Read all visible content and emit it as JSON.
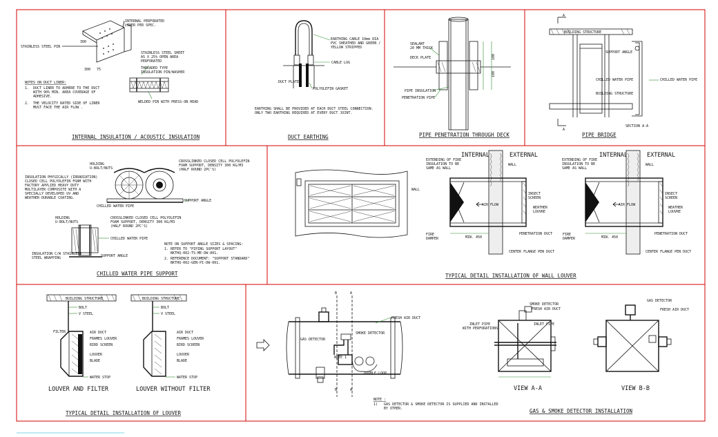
{
  "panels": {
    "p1": {
      "title": "INTERNAL INSULATION / ACOUSTIC INSULATION",
      "labels": {
        "liner": "INTERNAL PERFORATED",
        "liner2": "LINER PER SPEC.",
        "pin": "STAINLESS STEEL PIN",
        "sheet1": "STAINLESS STEEL SHEET",
        "sheet2": "AS X 25% OPEN AREA",
        "sheet3": "PERFORATED",
        "thread1": "THREADED TYPE",
        "thread2": "INSULATION PIN/WASHER",
        "weld": "WELDED PIN WITH PRESS-ON HEAD",
        "dim1": "300",
        "dim2": "75",
        "notes_head": "NOTES ON DUCT LINER:",
        "note1a": "1.  DUCT LINER TO ADHERE TO THE DUCT",
        "note1b": "    WITH 90% MIN. AREA COVERAGE OF",
        "note1c": "    ADHESIVE.",
        "note2a": "2.  THE VELOCITY RATED SIDE OF LINER",
        "note2b": "    MUST FACE THE AIR FLOW ."
      }
    },
    "p2": {
      "title": "DUCT EARTHING",
      "labels": {
        "cable1": "EARTHING CABLE 10mm DIA",
        "cable2": "PVC SHEATHED AND GREEN /",
        "cable3": "YELLOW STRIPPED",
        "lug": "CABLE LUG",
        "plate": "DUCT PLATE",
        "gasket": "POLYOLEFIN GASKET",
        "note1": "EARTHING SHALL BE PROVIDED AT EACH DUCT STEEL CONNECTION.",
        "note2": "ONLY TWO EARTHING REQUIRED AT EVERY DUCT JOINT."
      }
    },
    "p3": {
      "title": "PIPE PENETRATION THROUGH DECK",
      "labels": {
        "sealant1": "SEALANT",
        "sealant2": "20 MM THICK",
        "deck": "DECK PLATE",
        "insul": "PIPE INSULATION",
        "pen": "PENETRATION PIPE",
        "dim1": "100",
        "dim2": "100"
      }
    },
    "p4": {
      "title": "PIPE BRIDGE",
      "labels": {
        "marker": "A",
        "bs1": "BUILDING STRUCTURE",
        "angle": "SUPPORT ANGLE",
        "cw": "CHILLED WATER PIPE",
        "bs2": "BUILDING STRUCTURE",
        "cw2": "CHILLED WATER PIPE",
        "section": "SECTION A-A"
      }
    },
    "p5": {
      "title": "CHILLED WATER PIPE SUPPORT",
      "labels": {
        "hold1": "HOLDING",
        "hold2": "U-BOLT/NUTS",
        "foam1": "CROSSLINKED CLOSED CELL POLYOLEFIN",
        "foam2": "FOAM SUPPORT, DENSITY 300 KG/M3",
        "foam3": "(HALF ROUND 2PC'S)",
        "ins1": "INSULATION PHYSICALLY (IRRADIATION)",
        "ins2": "CLOSED CELL POLYOLEFIN FOAM WITH",
        "ins3": "FACTORY APPLIED HEAVY DUTY",
        "ins4": "MULTILAYER COMPOSITE WITH A",
        "ins5": "SPECIALLY DEVELOPED UV AND",
        "ins6": "WEATHER DURABLE COATING.",
        "angle": "SUPPORT ANGLE",
        "cw": "CHILLED WATER PIPE",
        "hold3": "HOLDING",
        "hold4": "U-BOLT/NUTS",
        "foam4": "CROSSLINKED CLOSED CELL POLYOLEFIN",
        "foam5": "FOAM SUPPORT, DENSITY 300 KG/M3",
        "foam6": "(HALF ROUND 2PC'S)",
        "cw3": "CHILLED WATER PIPE",
        "ins7": "INSULATION C/W STAINLESS",
        "ins8": "STEEL WRAPPING",
        "angle2": "SUPPORT ANGLE",
        "nh": "NOTE ON SUPPORT ANGLE SIZES & SPACING:",
        "n1": "1. REFER TO \"PIPING SUPPORT LAYOUT\"",
        "n1b": "   BKTHQ-002-TS-ME-DW-001.",
        "n2": "2. REFERENCE DOCUMENT: \"SUPPORT STANDARD\"",
        "n2b": "   BKTHQ-002-GEN-PI-DW-001."
      }
    },
    "p6": {
      "title": "TYPICAL DETAIL INSTALLATION OF WALL LOUVER",
      "labels": {
        "internal": "INTERNAL",
        "external": "EXTERNAL",
        "wall": "WALL",
        "ext1": "EXTENDING OF FIRE",
        "ext2": "INSULATION TO BE",
        "ext3": "SAME AS WALL",
        "insect1": "INSECT",
        "insect2": "SCREEN",
        "airflow": "AIR FLOW",
        "weather1": "WEATHER",
        "weather2": "LOUVRE",
        "fire1": "FIRE",
        "fire2": "DAMPER",
        "min": "MIN. 450",
        "pen": "PENETRATION DUCT",
        "flange": "CENTER FLANGE PEN DUCT",
        "wall2": "WALL"
      }
    },
    "p7": {
      "title": "TYPICAL DETAIL INSTALLATION OF LOUVER",
      "labels": {
        "bs": "BUILDING STRUCTURE",
        "bolt": "BOLT",
        "vsteel": "V STEEL",
        "filter": "FILTER",
        "duct": "AIR DUCT",
        "frames": "FRAMES LOUVER",
        "bird": "BIRD SCREEN",
        "louver": "LOUVER",
        "blade": "BLADE",
        "stop": "WATER STOP",
        "cap1": "LOUVER AND FILTER",
        "cap2": "LOUVER WITHOUT FILTER"
      }
    },
    "p8": {
      "title": "GAS & SMOKE DETECTOR INSTALLATION",
      "labels": {
        "b": "B",
        "a": "A",
        "fresh": "FRESH AIR DUCT",
        "gas": "GAS DETECTOR",
        "smoke": "SMOKE DETECTOR",
        "note": "NOTE 1",
        "double": "DOUBLE LOOP",
        "notes_head": "NOTE :",
        "note1a": "1)   GAS DETECTOR & SMOKE DETECTOR IS SUPPLIED AND INSTALLED",
        "note1b": "     BY OTHER.",
        "smoke2": "SMOKE DETECTOR",
        "fresh2": "FRESH AIR DUCT",
        "inlet1": "INLET PIPE",
        "inlet2": "WITH PERFORATIONS",
        "inlet3": "INLET PIPE",
        "viewA": "VIEW A-A",
        "gas2": "GAS DETECTOR",
        "fresh3": "FRESH AIR DUCT",
        "viewB": "VIEW B-B"
      }
    }
  }
}
